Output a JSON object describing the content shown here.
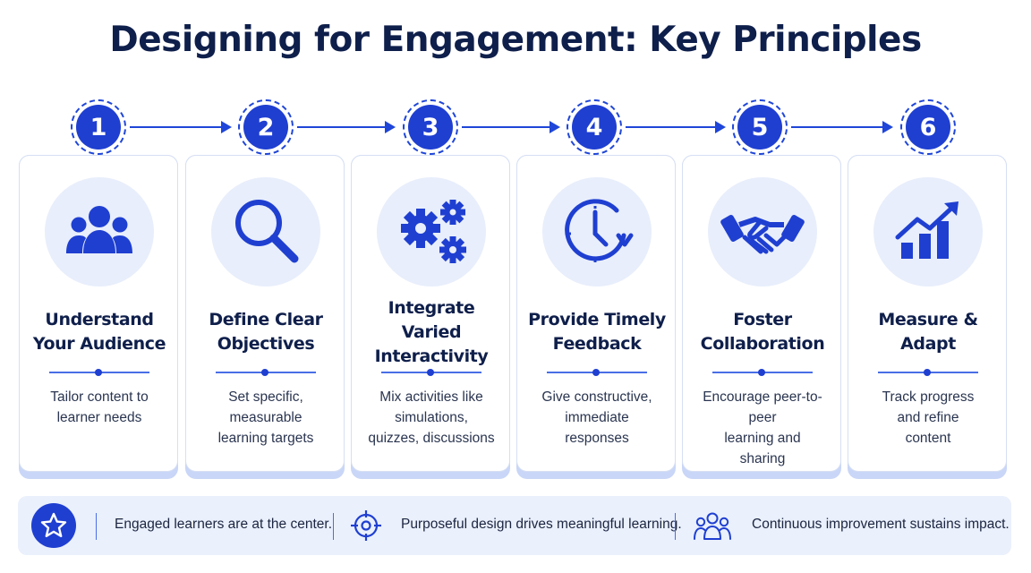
{
  "title": "Designing for Engagement: Key Principles",
  "steps": [
    {
      "number": "1",
      "title_lines": [
        "Understand",
        "Your Audience"
      ],
      "icon": "group-icon",
      "desc_lines": [
        "Tailor content to",
        "learner needs"
      ]
    },
    {
      "number": "2",
      "title_lines": [
        "Define Clear",
        "Objectives"
      ],
      "icon": "magnifier-icon",
      "desc_lines": [
        "Set specific,",
        "measurable",
        "learning targets"
      ]
    },
    {
      "number": "3",
      "title_lines": [
        "Integrate",
        "Varied",
        "Interactivity"
      ],
      "icon": "gears-icon",
      "desc_lines": [
        "Mix activities like",
        "simulations,",
        "quizzes, discussions"
      ]
    },
    {
      "number": "4",
      "title_lines": [
        "Provide Timely",
        "Feedback"
      ],
      "icon": "clock-icon",
      "desc_lines": [
        "Give constructive,",
        "immediate",
        "responses"
      ]
    },
    {
      "number": "5",
      "title_lines": [
        "Foster",
        "Collaboration"
      ],
      "icon": "handshake-icon",
      "desc_lines": [
        "Encourage peer-to-peer",
        "learning and",
        "sharing"
      ]
    },
    {
      "number": "6",
      "title_lines": [
        "Measure &",
        "Adapt"
      ],
      "icon": "growth-chart-icon",
      "desc_lines": [
        "Track progress",
        "and refine",
        "content"
      ]
    }
  ],
  "footer": [
    {
      "icon": "star-icon",
      "text": "Engaged learners are at the center."
    },
    {
      "icon": "target-icon",
      "text": "Purposeful design drives meaningful learning."
    },
    {
      "icon": "people-icon",
      "text": "Continuous improvement sustains impact."
    }
  ],
  "colors": {
    "primary": "#1f3fd1",
    "title": "#0f1f4b",
    "icon_bg": "#e8eefb",
    "card_shadow": "#c9d6f7",
    "bar_bg": "#eaf0fc"
  }
}
